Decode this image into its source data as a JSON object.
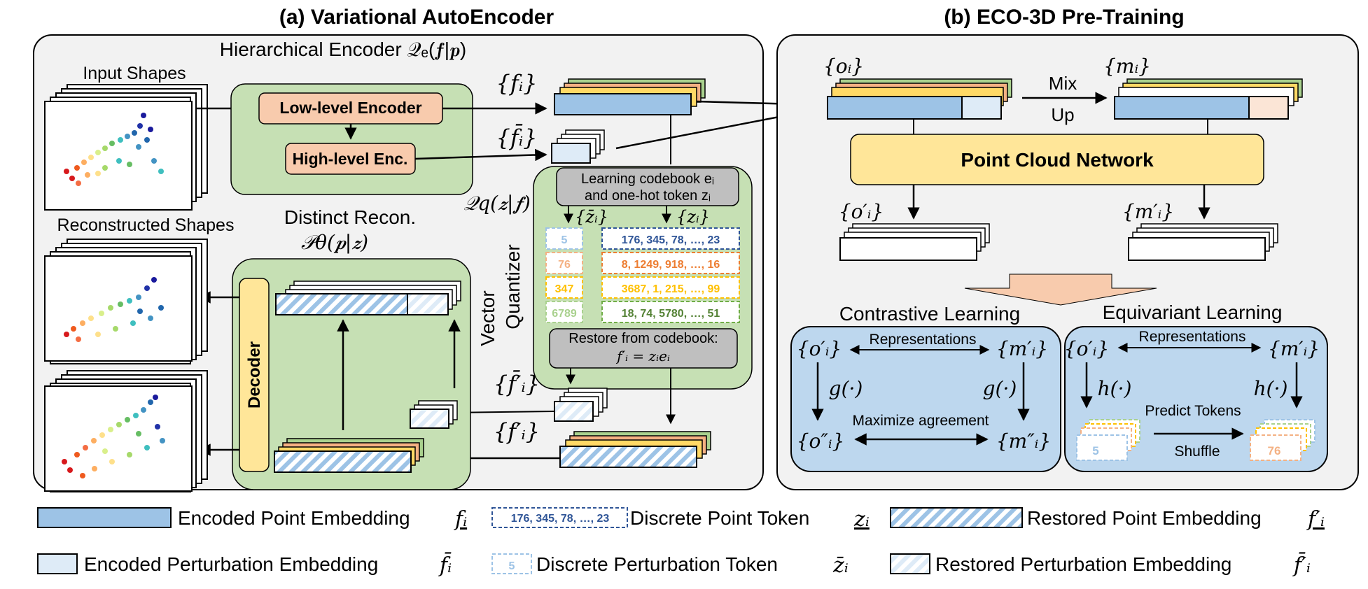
{
  "panel_a": {
    "title": "(a)  Variational AutoEncoder",
    "encoder_title": "Hierarchical Encoder 𝒬ₑ(𝒇|𝒑)",
    "input_shapes": "Input Shapes",
    "low_level": "Low-level Encoder",
    "high_level": "High-level Enc.",
    "f_i": "{fᵢ}",
    "f_bar_i": "{f̄ᵢ}",
    "learning_line1": "Learning codebook eᵢ",
    "learning_line2": "and one-hot token zᵢ",
    "quantizer_formula": "𝒬q(𝒛|𝒇)",
    "z_bar_i": "{z̄ᵢ}",
    "z_i": "{zᵢ}",
    "vector": "Vector",
    "quantizer": "Quantizer",
    "perturb_tokens": [
      "5",
      "76",
      "347",
      "6789"
    ],
    "point_tokens": [
      "176, 345, 78, …, 23",
      "8, 1249, 918, …, 16",
      "3687, 1, 215, …, 99",
      "18, 74, 5780, …, 51"
    ],
    "restore_line1": "Restore from codebook:",
    "restore_line2": "f′ᵢ = zᵢeᵢ",
    "f_prime_bar_i": "{f̄′ᵢ}",
    "f_prime_i": "{f′ᵢ}",
    "reconstructed": "Reconstructed Shapes",
    "distinct_line1": "Distinct Recon.",
    "distinct_line2": "𝒫θ(𝒑|𝒛)",
    "decoder": "Decoder"
  },
  "panel_b": {
    "title": "(b)  ECO-3D Pre-Training",
    "o_i": "{oᵢ}",
    "m_i": "{mᵢ}",
    "mix": "Mix",
    "up": "Up",
    "network": "Point Cloud Network",
    "o_prime": "{o′ᵢ}",
    "m_prime": "{m′ᵢ}",
    "contrastive": "Contrastive Learning",
    "equivariant": "Equivariant Learning",
    "representations": "Representations",
    "g": "g(·)",
    "h": "h(·)",
    "maximize": "Maximize agreement",
    "o_dprime": "{o″ᵢ}",
    "m_dprime": "{m″ᵢ}",
    "predict": "Predict Tokens",
    "shuffle": "Shuffle",
    "token_left": "5",
    "token_right": "76"
  },
  "legend": {
    "encoded_point": "Encoded Point Embedding",
    "encoded_point_sym": "fᵢ",
    "discrete_point_sample": "176, 345, 78, …, 23",
    "discrete_point": "Discrete Point Token",
    "discrete_point_sym": "zᵢ",
    "restored_point": "Restored Point Embedding",
    "restored_point_sym": "f′ᵢ",
    "encoded_perturb": "Encoded Perturbation Embedding",
    "encoded_perturb_sym": "f̄ᵢ",
    "discrete_perturb_sample": "5",
    "discrete_perturb": "Discrete Perturbation Token",
    "discrete_perturb_sym": "z̄ᵢ",
    "restored_perturb": "Restored Perturbation Embedding",
    "restored_perturb_sym": "f̄′ᵢ"
  },
  "colors": {
    "panel_bg": "#f2f2f2",
    "green_bg": "#c6e0b4",
    "orange_box": "#f8cbad",
    "blue_embed": "#9dc3e6",
    "light_embed": "#deebf7",
    "yellow_box": "#ffe699",
    "blue_panel": "#bdd7ee",
    "gray_box": "#bfbfbf"
  }
}
